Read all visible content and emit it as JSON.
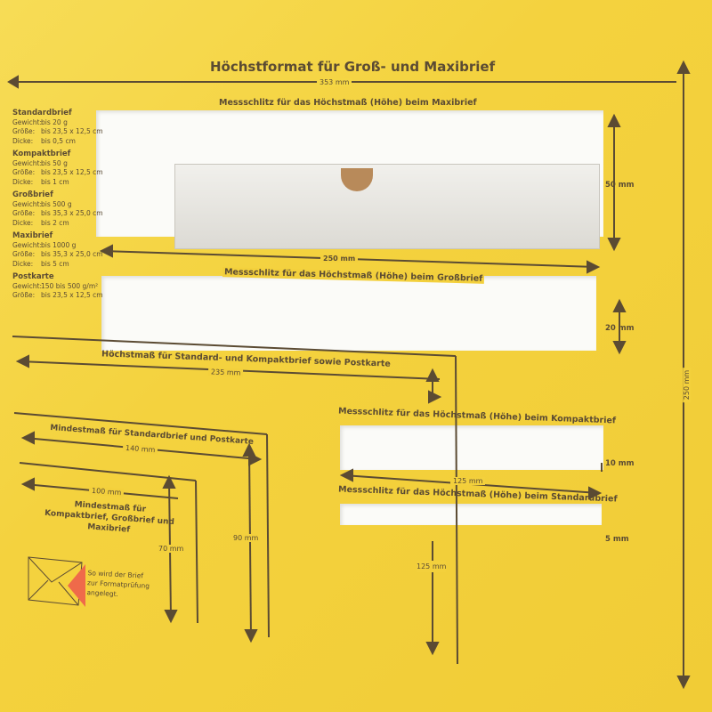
{
  "title": "Höchstformat für Groß- und Maxibrief",
  "dims": {
    "w353": "353 mm",
    "h250right": "250 mm",
    "w250": "250 mm",
    "h50": "50 mm",
    "h20": "20 mm",
    "w235": "235 mm",
    "w140": "140 mm",
    "w100": "100 mm",
    "h90": "90 mm",
    "h70": "70 mm",
    "h10": "10 mm",
    "w125": "125 mm",
    "h5": "5 mm",
    "h125": "125 mm"
  },
  "labels": {
    "slot_maxi": "Messschlitz für das Höchstmaß (Höhe) beim Maxibrief",
    "slot_gross": "Messschlitz für das Höchstmaß (Höhe) beim Großbrief",
    "max_standard": "Höchstmaß für Standard- und Kompaktbrief sowie Postkarte",
    "min_standard": "Mindestmaß für Standardbrief und Postkarte",
    "min_kompakt": "Mindestmaß für Kompaktbrief, Großbrief und Maxibrief",
    "slot_kompakt": "Messschlitz für das Höchstmaß (Höhe) beim Kompaktbrief",
    "slot_standard": "Messschlitz für das Höchstmaß (Höhe) beim Standardbrief",
    "hint": [
      "So wird der Brief",
      "zur Formatprüfung",
      "angelegt."
    ]
  },
  "info": [
    {
      "name": "Standardbrief",
      "rows": [
        [
          "Gewicht:",
          "bis 20 g"
        ],
        [
          "Größe:",
          "bis 23,5 x 12,5 cm"
        ],
        [
          "Dicke:",
          "bis 0,5 cm"
        ]
      ]
    },
    {
      "name": "Kompaktbrief",
      "rows": [
        [
          "Gewicht:",
          "bis 50 g"
        ],
        [
          "Größe:",
          "bis 23,5 x 12,5 cm"
        ],
        [
          "Dicke:",
          "bis 1 cm"
        ]
      ]
    },
    {
      "name": "Großbrief",
      "rows": [
        [
          "Gewicht:",
          "bis 500 g"
        ],
        [
          "Größe:",
          "bis 35,3 x 25,0 cm"
        ],
        [
          "Dicke:",
          "bis 2 cm"
        ]
      ]
    },
    {
      "name": "Maxibrief",
      "rows": [
        [
          "Gewicht:",
          "bis 1000 g"
        ],
        [
          "Größe:",
          "bis 35,3 x 25,0 cm"
        ],
        [
          "Dicke:",
          "bis 5 cm"
        ]
      ]
    },
    {
      "name": "Postkarte",
      "rows": [
        [
          "Gewicht:",
          "150 bis 500 g/m²"
        ],
        [
          "Größe:",
          "bis 23,5 x 12,5 cm"
        ]
      ]
    }
  ]
}
